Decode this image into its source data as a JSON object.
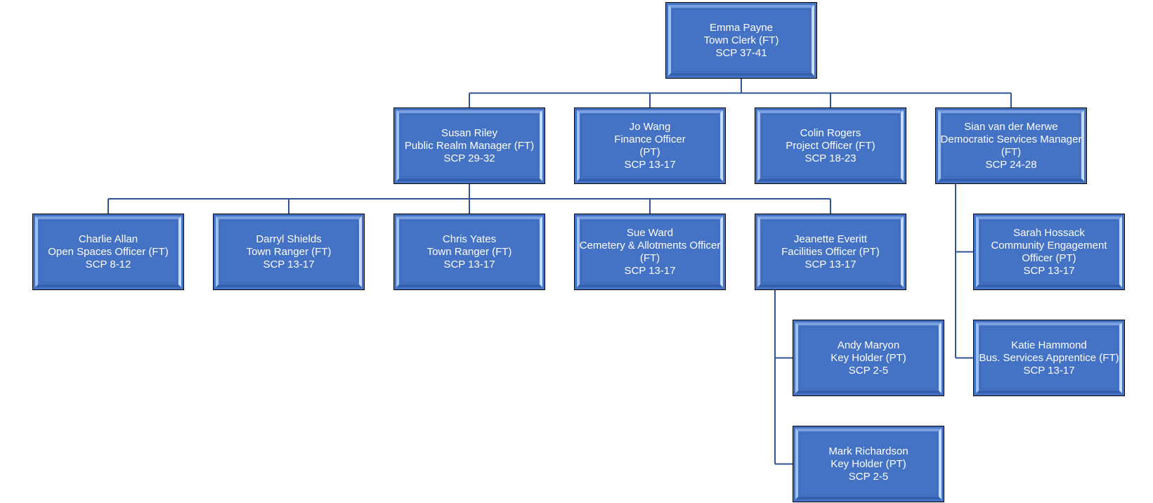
{
  "colors": {
    "box_fill": "#4472c4",
    "box_border": "#000000",
    "connector": "#2f5597",
    "text": "#ffffff"
  },
  "nodes": [
    {
      "id": "emma-payne",
      "lines": [
        "Emma Payne",
        "Town Clerk (FT)",
        "SCP 37-41"
      ]
    },
    {
      "id": "susan-riley",
      "lines": [
        "Susan Riley",
        "Public Realm Manager (FT)",
        "SCP 29-32"
      ]
    },
    {
      "id": "jo-wang",
      "lines": [
        "Jo Wang",
        "Finance Officer",
        "(PT)",
        "SCP 13-17"
      ]
    },
    {
      "id": "colin-rogers",
      "lines": [
        "Colin Rogers",
        "Project Officer (FT)",
        "SCP 18-23"
      ]
    },
    {
      "id": "sian-van-der-merwe",
      "lines": [
        "Sian van der Merwe",
        "Democratic Services Manager",
        "(FT)",
        "SCP 24-28"
      ]
    },
    {
      "id": "charlie-allan",
      "lines": [
        "Charlie Allan",
        "Open Spaces Officer (FT)",
        "SCP 8-12"
      ]
    },
    {
      "id": "darryl-shields",
      "lines": [
        "Darryl Shields",
        "Town Ranger (FT)",
        "SCP 13-17"
      ]
    },
    {
      "id": "chris-yates",
      "lines": [
        "Chris Yates",
        "Town Ranger (FT)",
        "SCP 13-17"
      ]
    },
    {
      "id": "sue-ward",
      "lines": [
        "Sue Ward",
        "Cemetery & Allotments Officer",
        "(FT)",
        "SCP 13-17"
      ]
    },
    {
      "id": "jeanette-everitt",
      "lines": [
        "Jeanette Everitt",
        "Facilities Officer (PT)",
        "SCP 13-17"
      ]
    },
    {
      "id": "sarah-hossack",
      "lines": [
        "Sarah Hossack",
        "Community Engagement",
        "Officer (PT)",
        "SCP 13-17"
      ]
    },
    {
      "id": "andy-maryon",
      "lines": [
        "Andy Maryon",
        "Key Holder (PT)",
        "SCP 2-5"
      ]
    },
    {
      "id": "katie-hammond",
      "lines": [
        "Katie Hammond",
        "Bus. Services  Apprentice (FT)",
        "SCP 13-17"
      ]
    },
    {
      "id": "mark-richardson",
      "lines": [
        "Mark Richardson",
        "Key Holder (PT)",
        "SCP 2-5"
      ]
    }
  ],
  "edges": [
    [
      "emma-payne",
      "susan-riley"
    ],
    [
      "emma-payne",
      "jo-wang"
    ],
    [
      "emma-payne",
      "colin-rogers"
    ],
    [
      "emma-payne",
      "sian-van-der-merwe"
    ],
    [
      "susan-riley",
      "charlie-allan"
    ],
    [
      "susan-riley",
      "darryl-shields"
    ],
    [
      "susan-riley",
      "chris-yates"
    ],
    [
      "susan-riley",
      "sue-ward"
    ],
    [
      "susan-riley",
      "jeanette-everitt"
    ],
    [
      "jeanette-everitt",
      "andy-maryon"
    ],
    [
      "jeanette-everitt",
      "mark-richardson"
    ],
    [
      "sian-van-der-merwe",
      "sarah-hossack"
    ],
    [
      "sian-van-der-merwe",
      "katie-hammond"
    ]
  ]
}
